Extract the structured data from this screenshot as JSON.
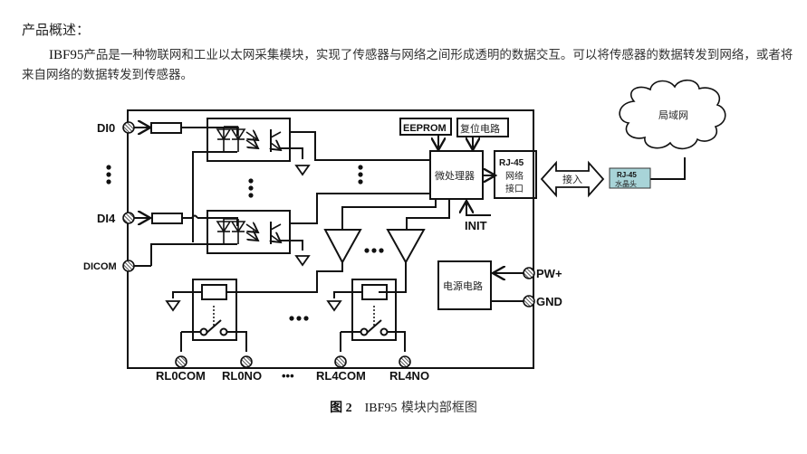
{
  "heading": "产品概述：",
  "intro": {
    "lead": "IBF95",
    "text": "产品是一种物联网和工业以太网采集模块，实现了传感器与网络之间形成透明的数据交互。可以将传感器的数据转发到网络，或者将来自网络的数据转发到传感器。"
  },
  "diagram": {
    "terminals_left": {
      "di0": "DI0",
      "di4": "DI4",
      "dicom": "DICOM"
    },
    "terminals_right": {
      "pw": "PW+",
      "gnd": "GND"
    },
    "terminals_bottom": {
      "rl0com": "RL0COM",
      "rl0no": "RL0NO",
      "ellipsis": "•••",
      "rl4com": "RL4COM",
      "rl4no": "RL4NO"
    },
    "blocks": {
      "eeprom": "EEPROM",
      "reset": "复位电路",
      "mcu": "微处理器",
      "rj45_line1": "RJ-45",
      "rj45_line2": "网络",
      "rj45_line3": "接口",
      "init": "INIT",
      "power": "电源电路"
    },
    "external": {
      "access": "接入",
      "plug_line1": "RJ-45",
      "plug_line2": "水晶头",
      "lan": "局域网"
    },
    "colors": {
      "plug_fill": "#a8d4d8",
      "line": "#111111"
    }
  },
  "caption": {
    "figure": "图 2",
    "code": "IBF95",
    "title": "模块内部框图"
  }
}
